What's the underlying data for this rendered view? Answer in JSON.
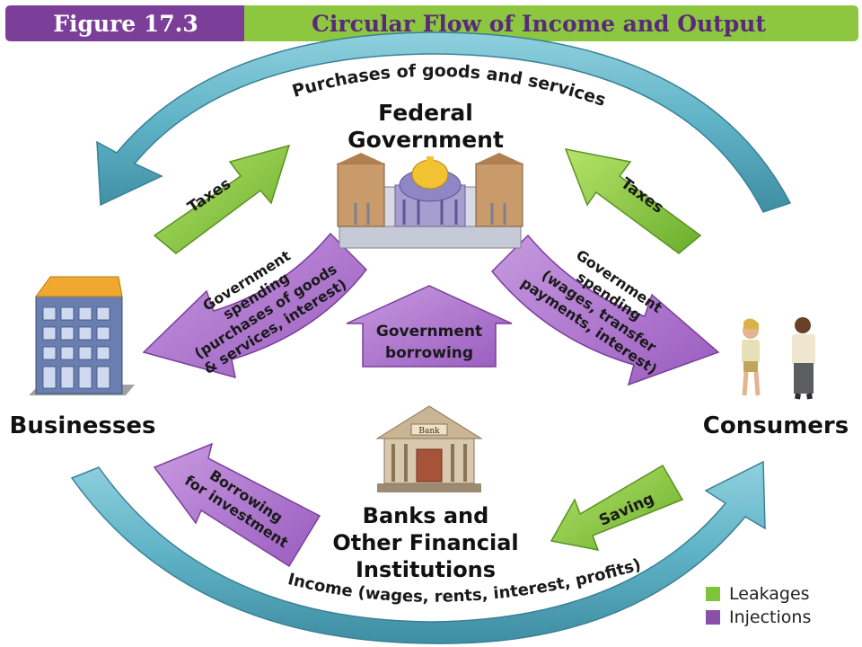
{
  "header": {
    "figure_label": "Figure 17.3",
    "title": "Circular Flow of Income and Output"
  },
  "nodes": {
    "government": [
      "Federal",
      "Government"
    ],
    "businesses": "Businesses",
    "consumers": "Consumers",
    "banks": [
      "Banks and",
      "Other Financial",
      "Institutions"
    ]
  },
  "flows": {
    "purchases": "Purchases of goods and services",
    "income": "Income (wages, rents, interest, profits)",
    "taxes_business": "Taxes",
    "taxes_consumer": "Taxes",
    "gov_spending_business": [
      "Government",
      "spending",
      "(purchases of goods",
      "& services, interest)"
    ],
    "gov_spending_consumer": [
      "Government",
      "spending",
      "(wages, transfer",
      "payments, interest)"
    ],
    "gov_borrowing": [
      "Government",
      "borrowing"
    ],
    "borrowing_investment": [
      "Borrowing",
      "for investment"
    ],
    "saving": "Saving"
  },
  "building_signs": {
    "bank": "Bank"
  },
  "legend": [
    {
      "label": "Leakages",
      "color": "#7ec43a"
    },
    {
      "label": "Injections",
      "color": "#8a4fa8"
    }
  ],
  "colors": {
    "header_purple": "#7b3f99",
    "header_green": "#8dc63f",
    "flow_blue": "#5aaec2",
    "leakage_green": "#7ec43a",
    "injection_purple": "#a868c8"
  }
}
